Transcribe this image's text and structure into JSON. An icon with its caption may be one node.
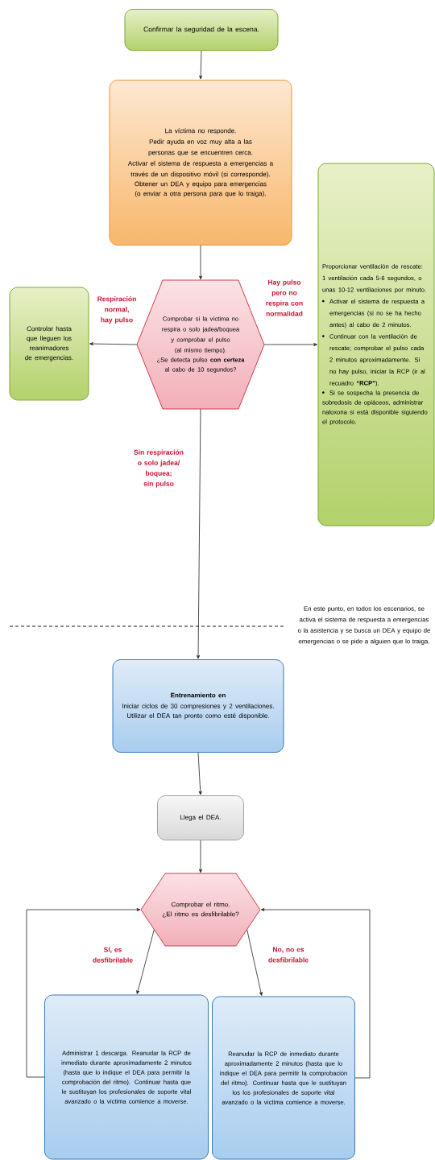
{
  "diagram": {
    "nodes": [
      {
        "text": [
          "Confirmar la seguridad de la escena."
        ]
      },
      {
        "text": [
          "La víctima no responde.",
          "Pedir ayuda en voz muy alta a las personas que se encuentren cerca.",
          "Activar el sistema de respuesta a emergencias a través de un dispositivo móvil (si corresponde).",
          "Obtener un DEA y equipo para emergencias (o enviar a otra persona para que lo traiga)."
        ]
      },
      {
        "text": [
          "Comprobar si la víctima no respira o solo jadea/boquea y comprobar el pulso (al mismo tiempo).",
          "¿Se detecta pulso **con certeza** al cabo de 10 segundos?"
        ]
      },
      {
        "text": [
          "Controlar hasta que lleguen los reanimadores de emergencias."
        ]
      },
      {
        "text": [
          "Proporcionar ventilación de rescate: 1 ventilación cada 5-6 segundos, o unas 10-12 ventilaciones por minuto.",
          "Activar el sistema de respuesta a emergencias (si no se ha hecho antes) al cabo de 2 minutos.",
          "Continuar con la ventilación de rescate; comprobar el pulso cada 2 minutos aproximadamente. Si no hay pulso, iniciar la RCP (ir al recuadro **“RCP”**).",
          "Si se sospecha la presencia de sobredosis de opiáceos, administrar naloxona si está disponible siguiendo el protocolo."
        ]
      },
      {
        "text": [
          "Entrenamiento en",
          "Iniciar ciclos de 30 compresiones y 2 ventilaciones.",
          "Utilizar el DEA tan pronto como esté disponible."
        ]
      },
      {
        "text": [
          "Llega el DEA."
        ]
      },
      {
        "text": [
          "Comprobar el ritmo.",
          "¿El ritmo es desfibrilable?"
        ]
      },
      {
        "text": [
          "Administrar 1 descarga. Reanudar la RCP de inmediato durante aproximadamente 2 minutos (hasta que lo indique el DEA para permitir la comprobación del ritmo). Continuar hasta que le sustituyan los profesionales de soporte vital avanzado o la víctima comience a moverse."
        ]
      },
      {
        "text": [
          "Reanudar la RCP de inmediato durante aproximadamente 2 minutos (hasta que lo indique el DEA para permitir la comprobación del ritmo). Continuar hasta que le sustituyan los los profesionales de soporte vital avanzado o la víctima comience a moverse."
        ]
      }
    ],
    "edges": [
      {
        "from": 0,
        "to": 1,
        "arrow": "to"
      },
      {
        "from": 1,
        "to": 2,
        "arrow": "to"
      },
      {
        "from": 2,
        "to": 3,
        "arrow": "to",
        "label": "Respiración normal, hay pulso"
      },
      {
        "from": 2,
        "to": 4,
        "arrow": "to",
        "label": "Hay pulso pero no respira con normalidad"
      },
      {
        "from": 2,
        "to": 5,
        "arrow": "to",
        "label": "Sin respiración o solo jadea/ boquea; sin pulso"
      },
      {
        "from": 5,
        "to": 6,
        "arrow": "to"
      },
      {
        "from": 6,
        "to": 7,
        "arrow": "to"
      },
      {
        "from": 7,
        "to": 8,
        "arrow": "to",
        "label": "Sí, es desfibrilable"
      },
      {
        "from": 7,
        "to": 9,
        "arrow": "to",
        "label": "No, no es desfibrilable"
      },
      {
        "from": 8,
        "to": 7,
        "arrow": "to"
      },
      {
        "from": 9,
        "to": 7,
        "arrow": "to"
      }
    ],
    "labels": [
      "En este punto, en todos los escenarios, se activa el sistema de respuesta a emergencias o la asistencia y se busca un DEA y equipo de emergencias o se pide a alguien que lo traiga."
    ]
  }
}
